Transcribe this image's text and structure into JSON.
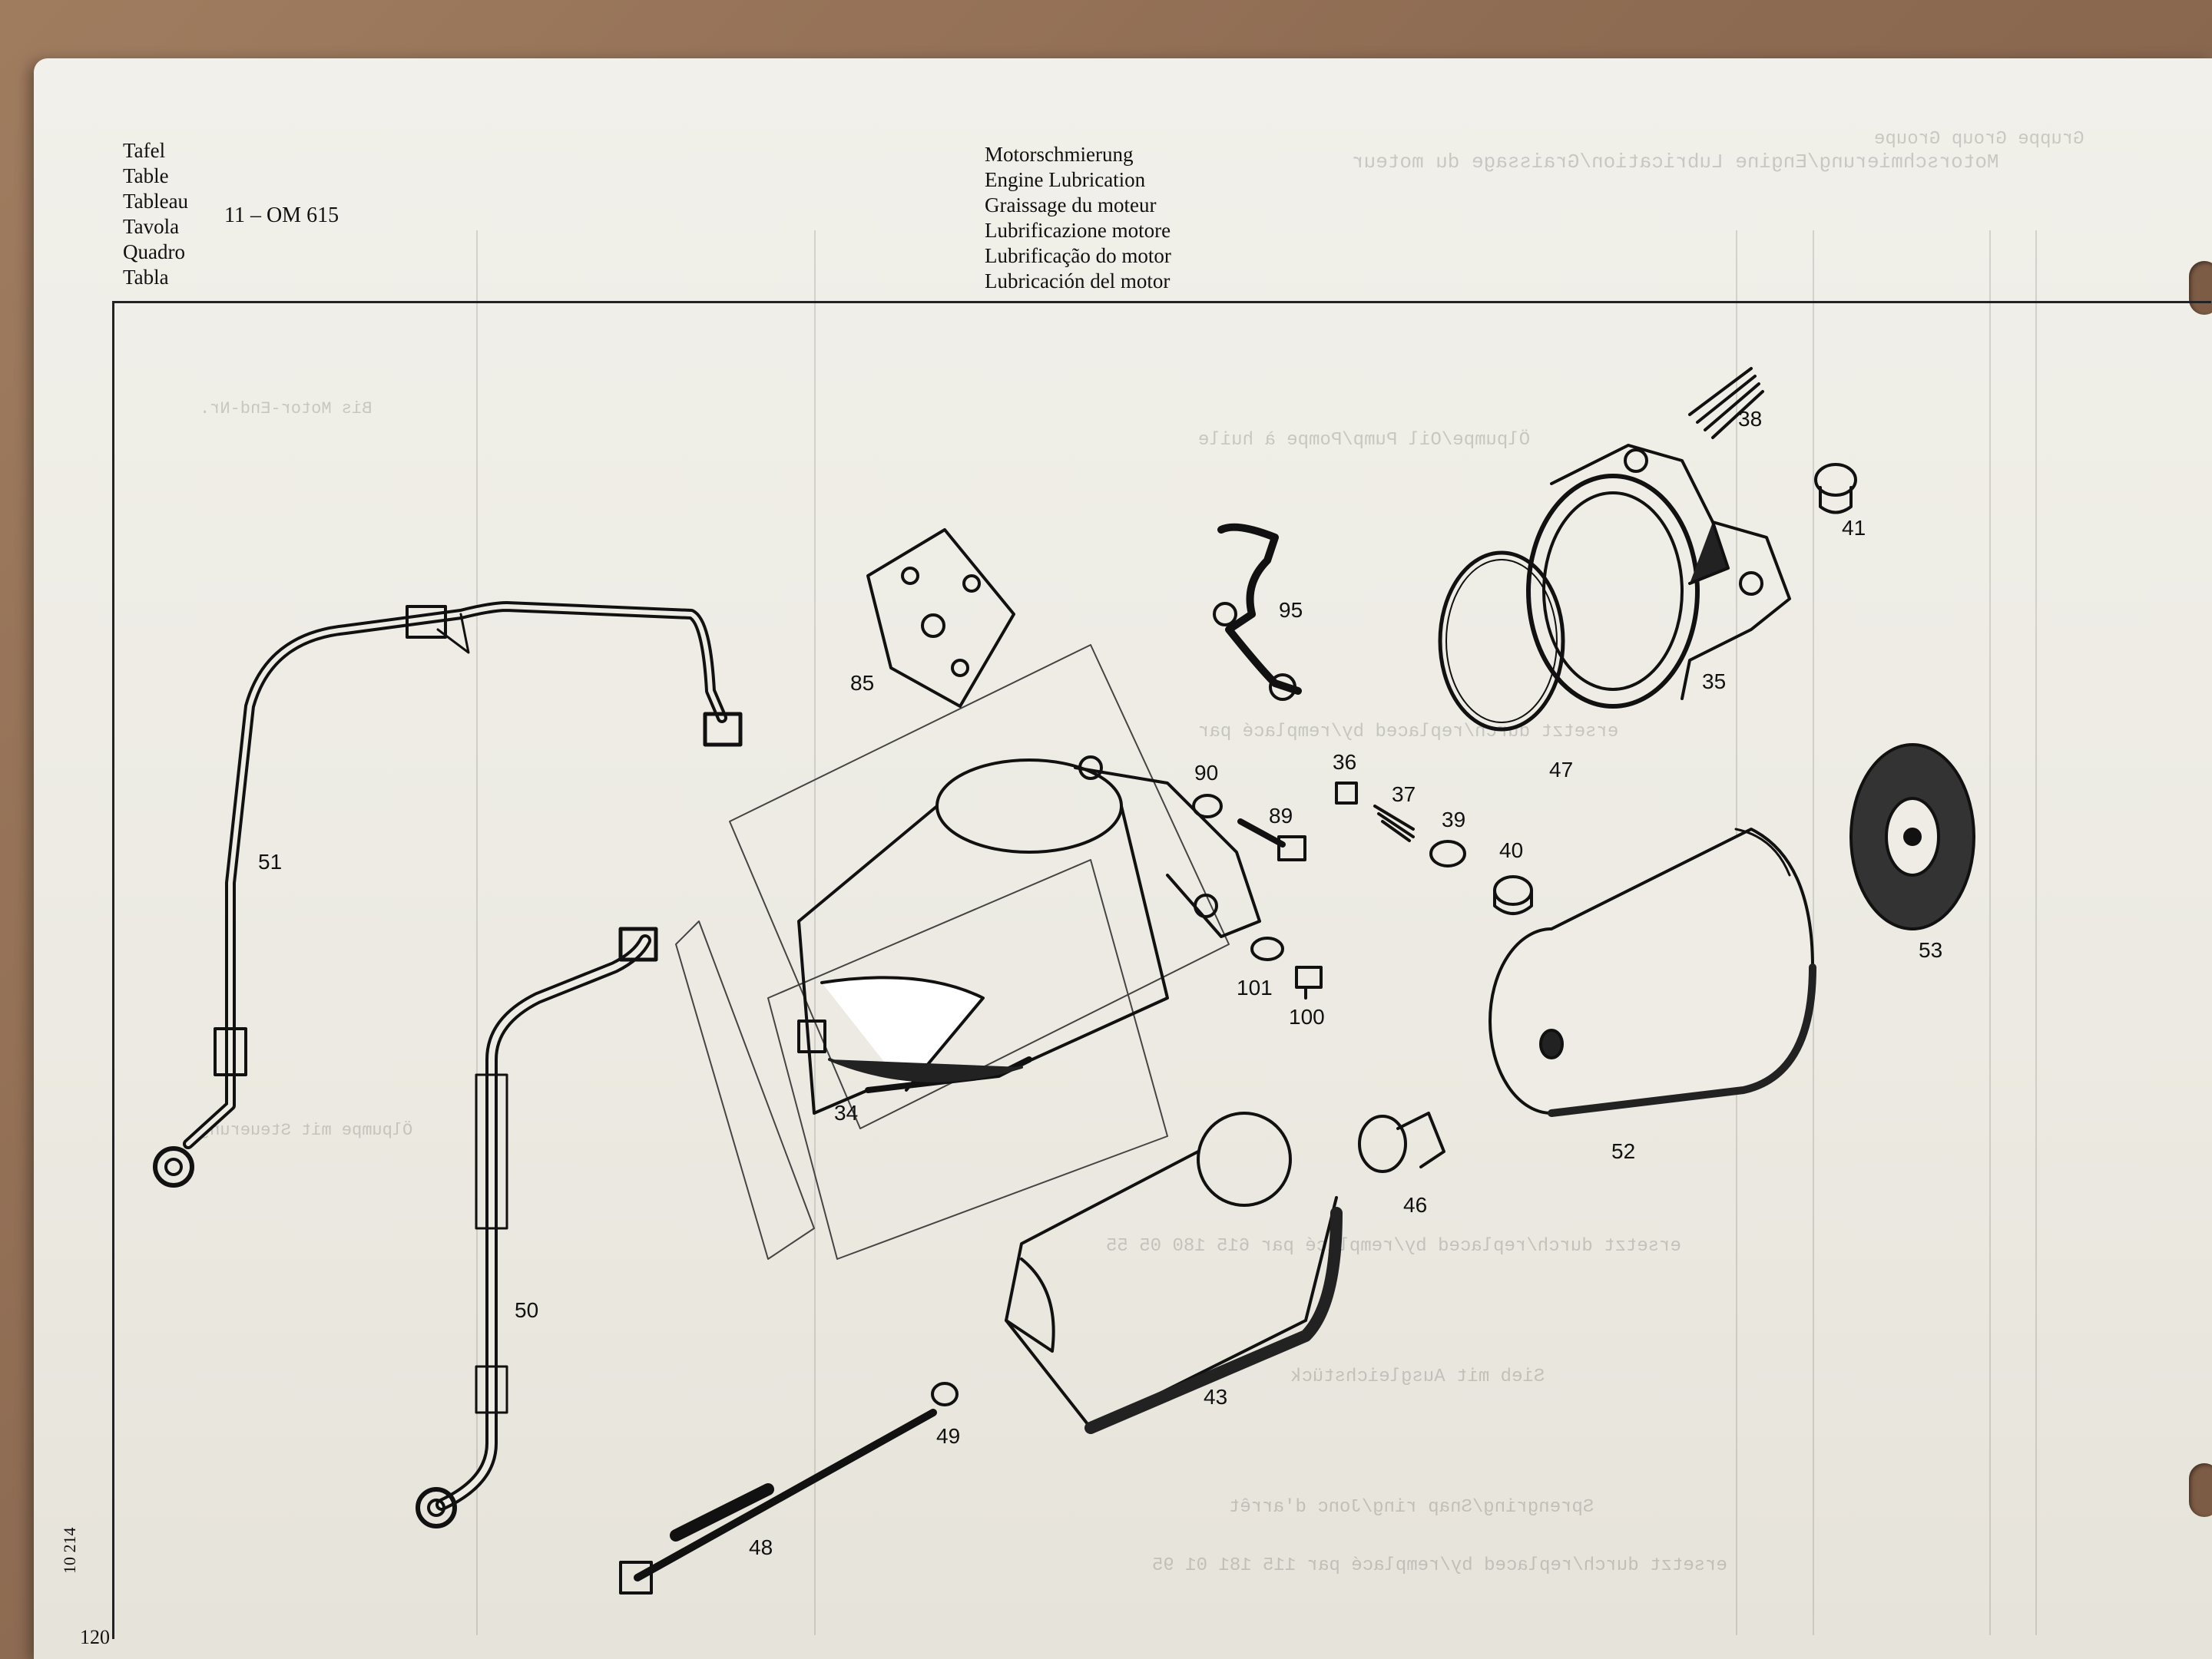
{
  "header": {
    "labels": [
      "Tafel",
      "Table",
      "Tableau",
      "Tavola",
      "Quadro",
      "Tabla"
    ],
    "table_number": "11 – OM 615"
  },
  "titles": [
    "Motorschmierung",
    "Engine Lubrication",
    "Graissage du moteur",
    "Lubrificazione motore",
    "Lubrificação do motor",
    "Lubricación del motor"
  ],
  "footer": {
    "page_number": "120",
    "side_code": "10 214"
  },
  "part_labels": {
    "p38": "38",
    "p41": "41",
    "p95": "95",
    "p35": "35",
    "p85": "85",
    "p47": "47",
    "p90": "90",
    "p36": "36",
    "p37": "37",
    "p89": "89",
    "p39": "39",
    "p40": "40",
    "p51": "51",
    "p53": "53",
    "p101": "101",
    "p100": "100",
    "p34": "34",
    "p52": "52",
    "p46": "46",
    "p50": "50",
    "p43": "43",
    "p49": "49",
    "p48": "48"
  },
  "colors": {
    "paper": "#eeece5",
    "ink": "#111111",
    "ghost_ink": "#9a9a9a"
  }
}
